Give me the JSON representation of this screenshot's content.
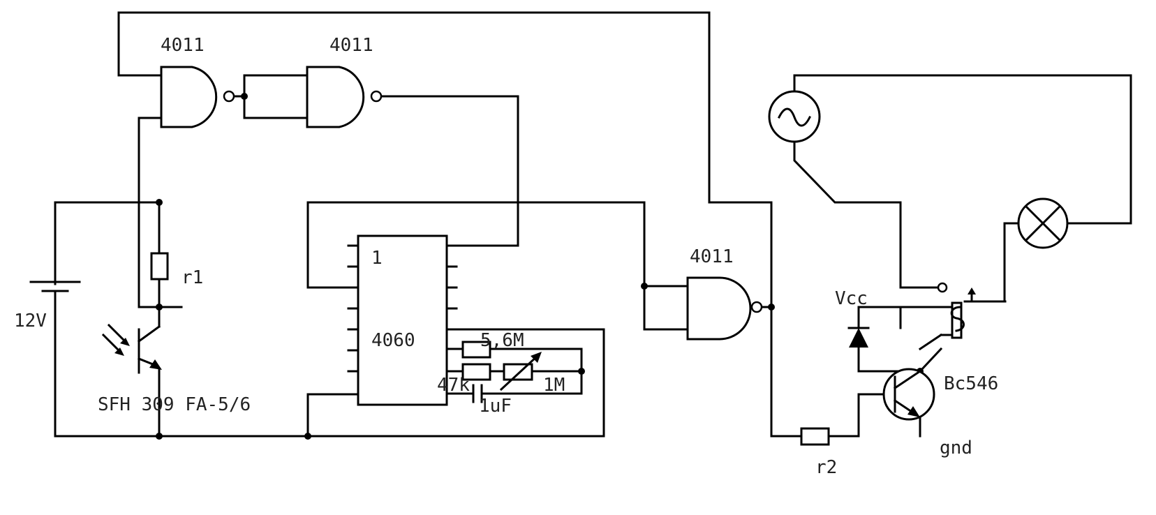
{
  "diagram": {
    "gate_labels": [
      "4011",
      "4011",
      "4011"
    ],
    "ic_label": "4060",
    "ic_pin_label": "1",
    "battery_label": "12V",
    "phototransistor_label": "SFH 309 FA-5/6",
    "resistor_r1": "r1",
    "resistor_r2": "r2",
    "resistor_56m": "5,6M",
    "resistor_47k": "47k",
    "pot_1m": "1M",
    "capacitor": "1uF",
    "vcc_label": "Vcc",
    "transistor_label": "Bc546",
    "gnd_label": "gnd"
  }
}
